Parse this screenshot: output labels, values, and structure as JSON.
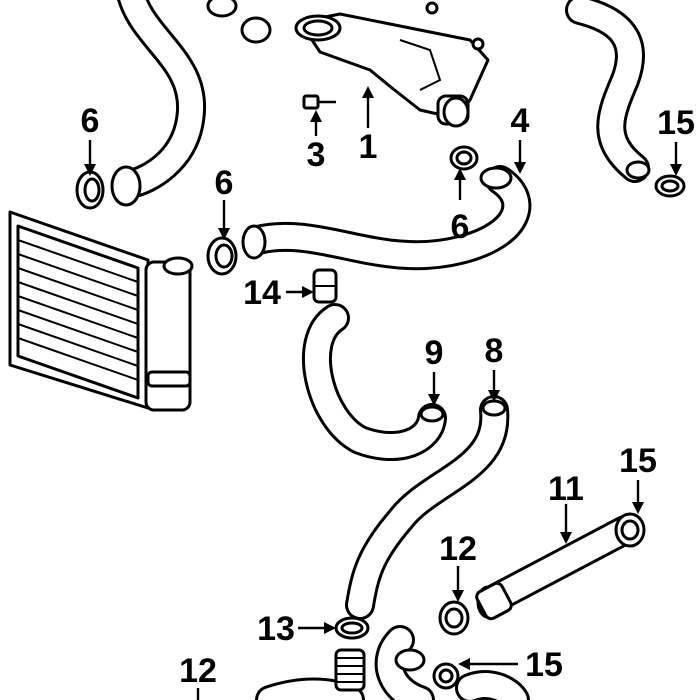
{
  "diagram": {
    "callouts": [
      {
        "id": "c1",
        "text": "1"
      },
      {
        "id": "c3",
        "text": "3"
      },
      {
        "id": "c4",
        "text": "4"
      },
      {
        "id": "c6a",
        "text": "6"
      },
      {
        "id": "c6b",
        "text": "6"
      },
      {
        "id": "c6c",
        "text": "6"
      },
      {
        "id": "c8",
        "text": "8"
      },
      {
        "id": "c9",
        "text": "9"
      },
      {
        "id": "c11",
        "text": "11"
      },
      {
        "id": "c12a",
        "text": "12"
      },
      {
        "id": "c12b",
        "text": "12"
      },
      {
        "id": "c13",
        "text": "13"
      },
      {
        "id": "c14",
        "text": "14"
      },
      {
        "id": "c15a",
        "text": "15"
      },
      {
        "id": "c15b",
        "text": "15"
      },
      {
        "id": "c15c",
        "text": "15"
      }
    ]
  }
}
